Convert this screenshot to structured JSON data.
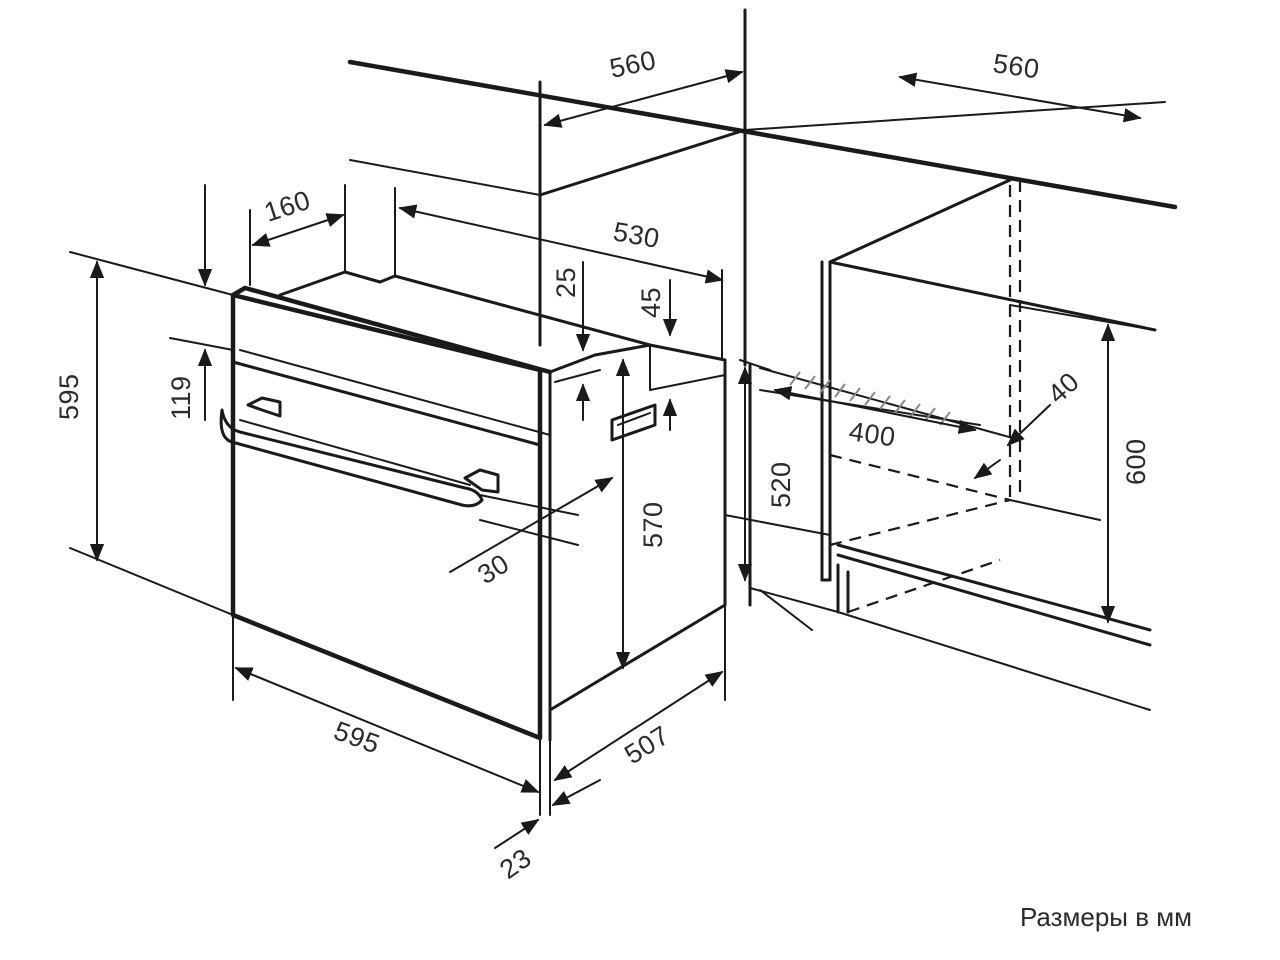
{
  "diagram": {
    "dimensions": {
      "niche_width_top": "560",
      "niche_depth_top": "560",
      "panel_offset": "160",
      "oven_depth": "530",
      "top_gap": "25",
      "top_step": "45",
      "front_height": "595",
      "panel_height": "119",
      "handle_offset": "30",
      "body_height": "570",
      "niche_height_min": "520",
      "niche_height": "600",
      "vent_width": "400",
      "vent_depth": "40",
      "front_width": "595",
      "body_depth": "507",
      "door_thickness": "23"
    },
    "caption": "Размеры в мм"
  }
}
